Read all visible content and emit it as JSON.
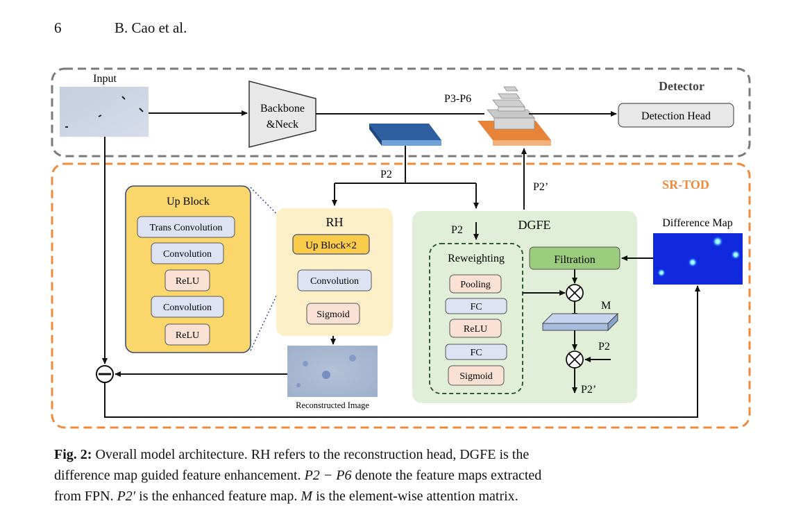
{
  "header": {
    "page_number": "6",
    "authors": "B. Cao et al."
  },
  "diagram": {
    "input_label": "Input",
    "backbone_label": [
      "Backbone",
      "&Neck"
    ],
    "p3p6_label": "P3-P6",
    "detector_label": "Detector",
    "detection_head_label": "Detection Head",
    "srtod_label": "SR-TOD",
    "p2_label": "P2",
    "p2_prime_label": "P2’",
    "up_block": {
      "title": "Up Block",
      "layers": [
        "Trans Convolution",
        "Convolution",
        "ReLU",
        "Convolution",
        "ReLU"
      ]
    },
    "rh": {
      "title": "RH",
      "layers": [
        "Up Block×2",
        "Convolution",
        "Sigmoid"
      ]
    },
    "reconstructed_label": "Reconstructed Image",
    "dgfe": {
      "title": "DGFE",
      "p2_in": "P2",
      "reweighting_title": "Reweighting",
      "reweighting_layers": [
        "Pooling",
        "FC",
        "ReLU",
        "FC",
        "Sigmoid"
      ],
      "filtration": "Filtration",
      "m_label": "M",
      "p2_side": "P2",
      "p2_out": "P2’"
    },
    "difference_map_label": "Difference Map",
    "colors": {
      "detector_border": "#7a7a7a",
      "srtod_border": "#ee8a3c",
      "srtod_text": "#ee8a3c",
      "up_block_fill": "#fbd66a",
      "rh_fill": "#fdf0c8",
      "dgfe_fill": "#e2efd8",
      "filtration_fill": "#9bcc7e",
      "trans_conv_fill": "#dde3f2",
      "relu_fill": "#fbe1d4",
      "p2_layer": "#2d5fa0",
      "p3_layer": "#e8843a"
    }
  },
  "caption": {
    "fig_label": "Fig. 2:",
    "sentence1": "Overall model architecture. RH refers to the reconstruction head, DGFE is the",
    "sentence2": "difference map guided feature enhancement.",
    "math1": "P2 − P6",
    "sentence3": "denote the feature maps extracted",
    "sentence4": "from FPN.",
    "math2": "P2′",
    "sentence5": "is the enhanced feature map.",
    "math3": "M",
    "sentence6": "is the element-wise attention matrix."
  }
}
